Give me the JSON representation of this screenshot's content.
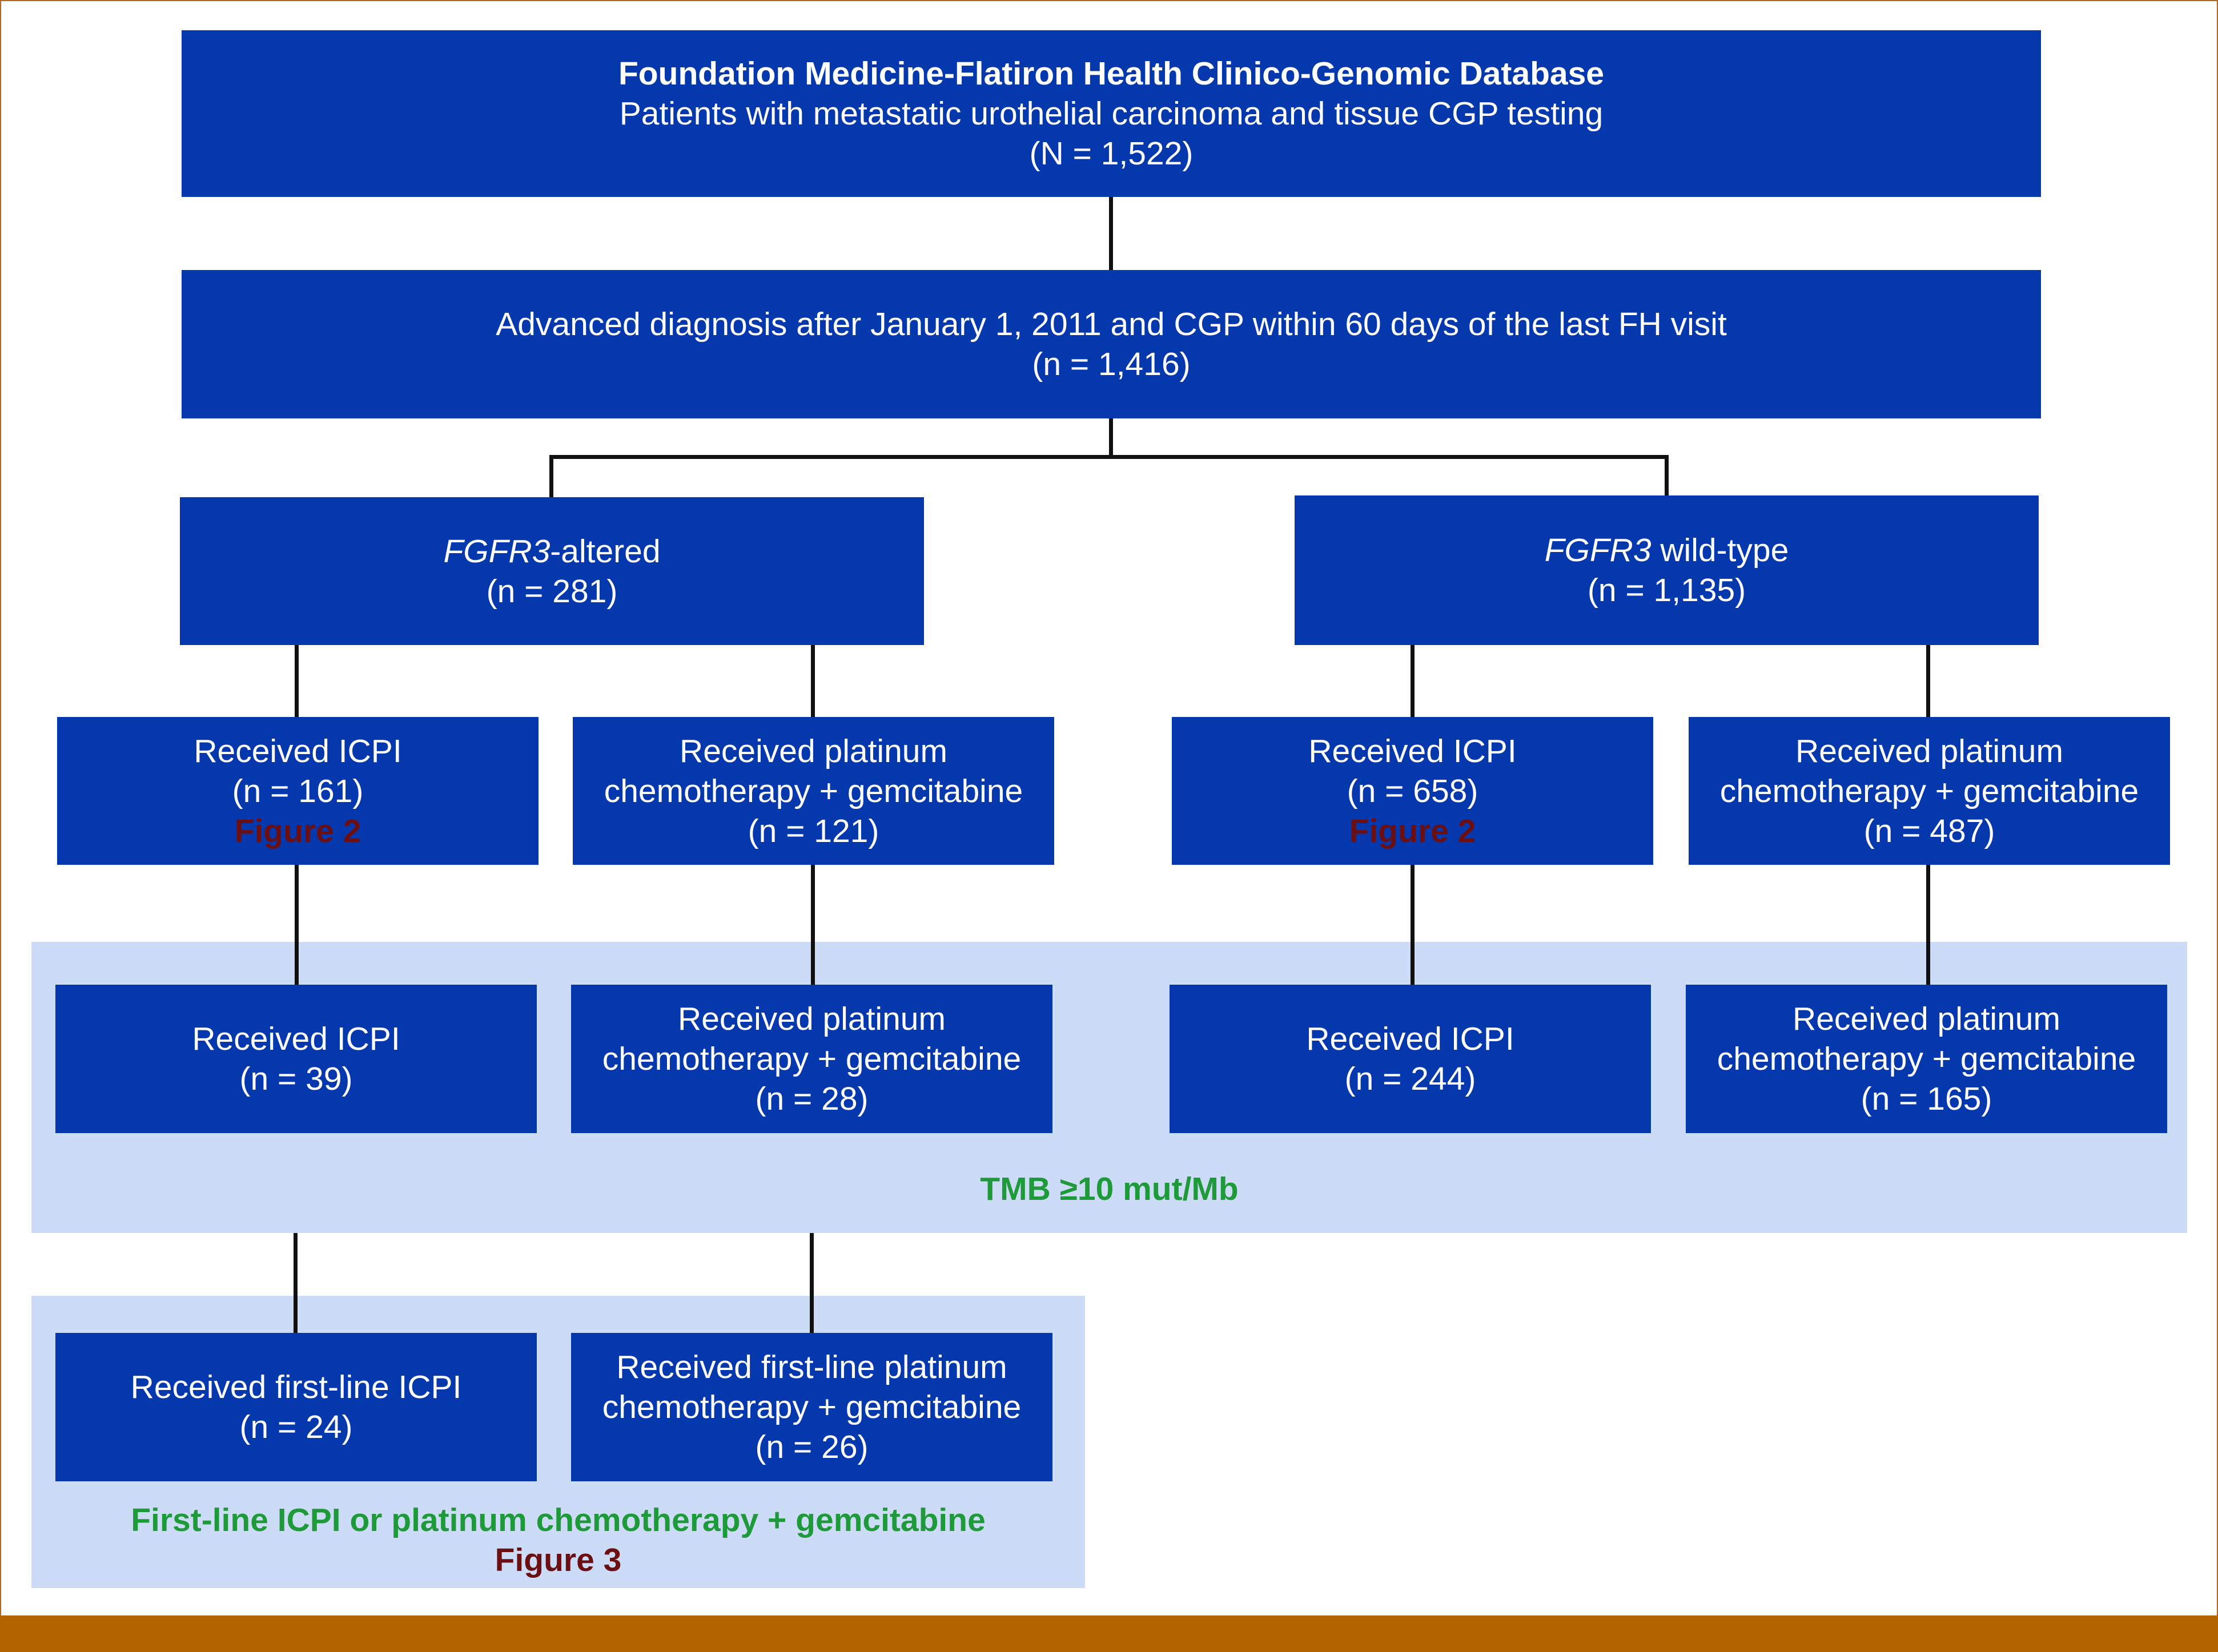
{
  "colors": {
    "box": "#0638ad",
    "panel": "#cddcf6",
    "green_label": "#1f9a3a",
    "figure_ref": "#6b0f12",
    "footer": "#b36200"
  },
  "top": {
    "title": "Foundation Medicine-Flatiron Health Clinico-Genomic Database",
    "subtitle": "Patients with metastatic urothelial carcinoma and tissue CGP testing",
    "count": "(N = 1,522)"
  },
  "advanced": {
    "text": "Advanced diagnosis after January 1, 2011 and CGP within 60 days of the last FH visit",
    "count": "(n = 1,416)"
  },
  "fgfr3_altered": {
    "gene": "FGFR3",
    "suffix": "-altered",
    "count": "(n = 281)"
  },
  "fgfr3_wildtype": {
    "gene": "FGFR3",
    "suffix": " wild-type",
    "count": "(n = 1,135)"
  },
  "row3": [
    {
      "line1": "Received ICPI",
      "count": "(n = 161)",
      "ref": "Figure 2"
    },
    {
      "line1": "Received platinum",
      "line2": "chemotherapy + gemcitabine",
      "count": "(n = 121)"
    },
    {
      "line1": "Received ICPI",
      "count": "(n = 658)",
      "ref": "Figure 2"
    },
    {
      "line1": "Received platinum",
      "line2": "chemotherapy + gemcitabine",
      "count": "(n = 487)"
    }
  ],
  "row4": [
    {
      "line1": "Received ICPI",
      "count": "(n = 39)"
    },
    {
      "line1": "Received platinum",
      "line2": "chemotherapy + gemcitabine",
      "count": "(n = 28)"
    },
    {
      "line1": "Received ICPI",
      "count": "(n = 244)"
    },
    {
      "line1": "Received platinum",
      "line2": "chemotherapy + gemcitabine",
      "count": "(n = 165)"
    }
  ],
  "tmb_label": "TMB ≥10 mut/Mb",
  "row5": [
    {
      "line1": "Received first-line ICPI",
      "count": "(n = 24)"
    },
    {
      "line1": "Received first-line platinum",
      "line2": "chemotherapy + gemcitabine",
      "count": "(n = 26)"
    }
  ],
  "firstline_label": "First-line ICPI or platinum chemotherapy + gemcitabine",
  "firstline_ref": "Figure 3"
}
